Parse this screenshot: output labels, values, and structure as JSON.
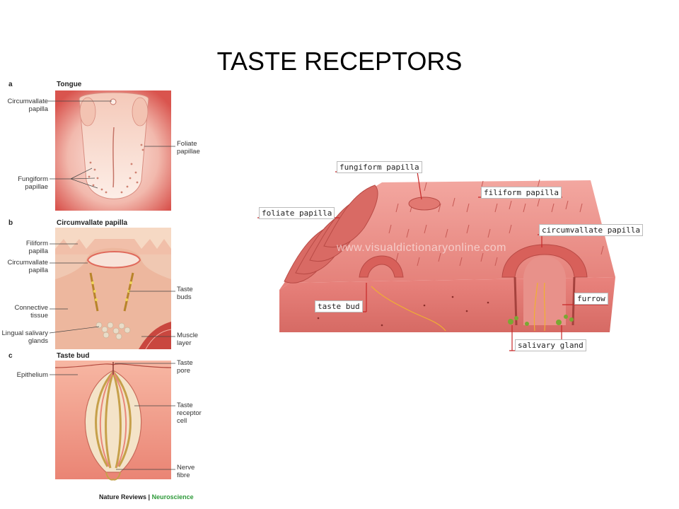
{
  "title": "TASTE RECEPTORS",
  "left_figure": {
    "panel_a": {
      "letter": "a",
      "title": "Tongue",
      "labels": {
        "circumvallate": "Circumvallate\npapilla",
        "foliate": "Foliate\npapillae",
        "fungiform": "Fungiform\npapillae"
      }
    },
    "panel_b": {
      "letter": "b",
      "title": "Circumvallate papilla",
      "labels": {
        "filiform": "Filiform\npapilla",
        "circumvallate": "Circumvallate\npapilla",
        "connective": "Connective\ntissue",
        "lingual": "Lingual salivary\nglands",
        "taste_buds": "Taste\nbuds",
        "muscle": "Muscle\nlayer"
      }
    },
    "panel_c": {
      "letter": "c",
      "title": "Taste bud",
      "labels": {
        "epithelium": "Epithelium",
        "taste_pore": "Taste\npore",
        "receptor": "Taste\nreceptor\ncell",
        "nerve": "Nerve\nfibre"
      }
    },
    "credit_a": "Nature Reviews |",
    "credit_b": " Neuroscience"
  },
  "right_figure": {
    "labels": {
      "fungiform": "fungiform papilla",
      "filiform": "filiform papilla",
      "foliate": "foliate papilla",
      "circumvallate": "circumvallate papilla",
      "taste_bud": "taste bud",
      "furrow": "furrow",
      "salivary": "salivary gland"
    },
    "watermark": "www.visualdictionaryonline.com"
  },
  "colors": {
    "tissue": "#e8857f",
    "tissue_dark": "#c8524f",
    "pink_bg": "#f6c8b8",
    "leader": "#c62828"
  }
}
